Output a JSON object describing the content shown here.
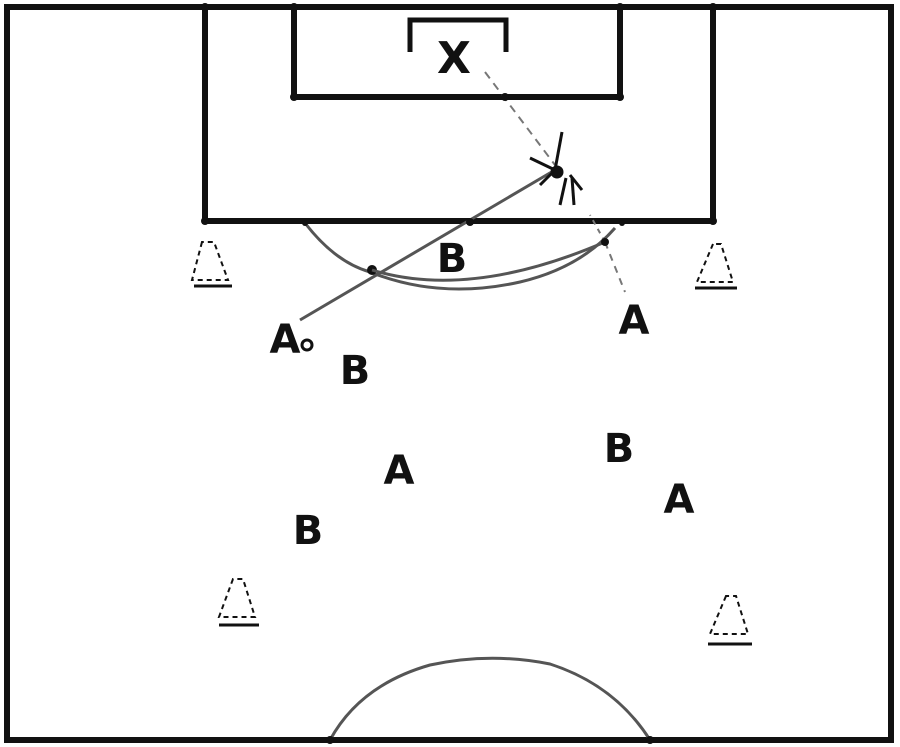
{
  "diagram": {
    "goalkeeper": "X",
    "players": [
      {
        "team": "A",
        "label": "A"
      },
      {
        "team": "A",
        "label": "A"
      },
      {
        "team": "A",
        "label": "A"
      },
      {
        "team": "A",
        "label": "A"
      },
      {
        "team": "B",
        "label": "B"
      },
      {
        "team": "B",
        "label": "B"
      },
      {
        "team": "B",
        "label": "B"
      },
      {
        "team": "B",
        "label": "B"
      }
    ],
    "ball_holder": "A",
    "cones": 4,
    "colors": {
      "lines": "#111111",
      "pass": "#555555",
      "background": "#ffffff"
    }
  }
}
